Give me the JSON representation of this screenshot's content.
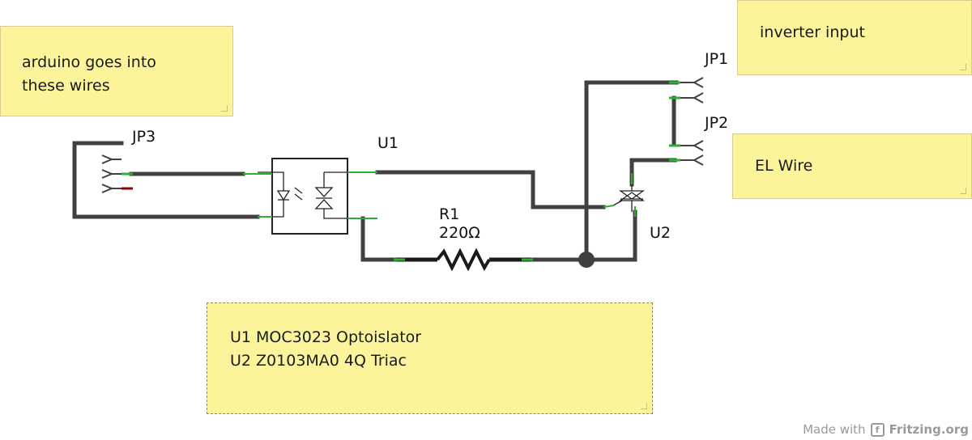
{
  "notes": {
    "arduino": "arduino goes into\nthese wires",
    "inverter": "inverter input",
    "elwire": "EL Wire",
    "parts": "U1 MOC3023 Optoislator\nU2 Z0103MA0 4Q Triac"
  },
  "labels": {
    "jp1": "JP1",
    "jp2": "JP2",
    "jp3": "JP3",
    "u1": "U1",
    "u2": "U2",
    "r1": "R1",
    "r1_value": "220Ω"
  },
  "footer": {
    "made_with": "Made with",
    "brand": "Fritzing.org"
  },
  "colors": {
    "wire": "#404040",
    "pin": "#2fae2f",
    "note_bg": "#fbf49a",
    "red_pin": "#8b0000"
  }
}
